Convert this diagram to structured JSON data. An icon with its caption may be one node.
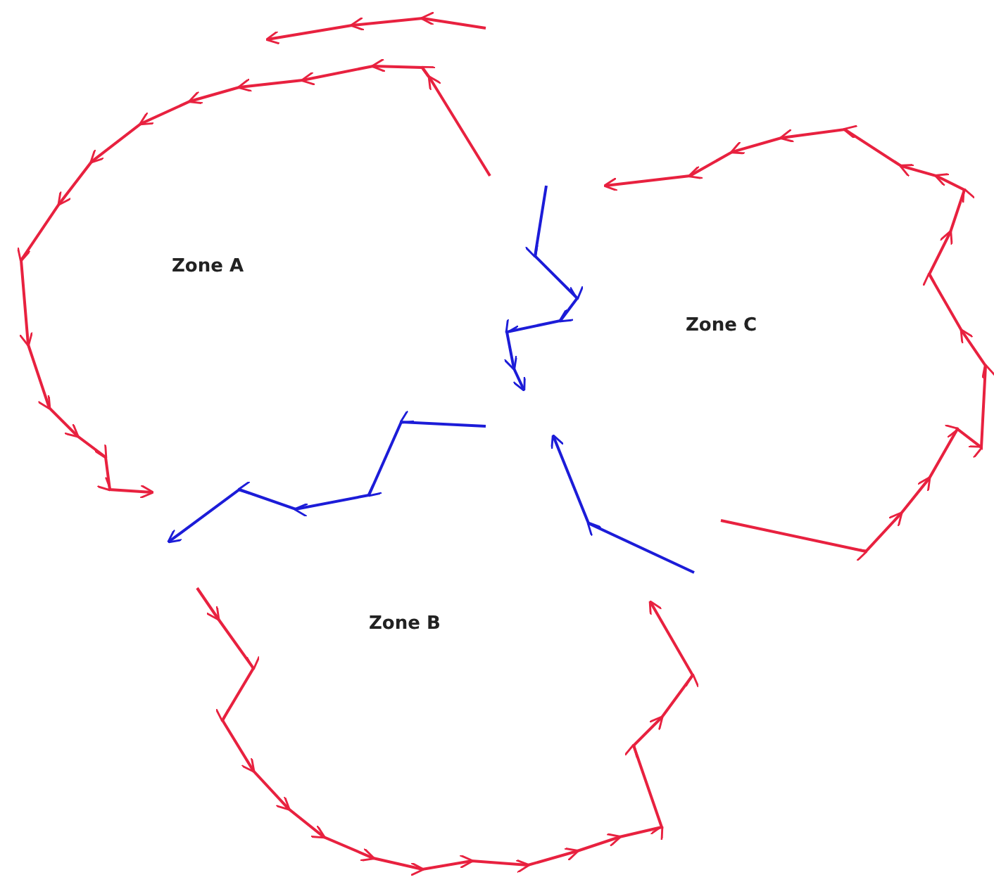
{
  "diagram": {
    "labels": [
      "Zone A",
      "Zone B",
      "Zone C"
    ]
  }
}
